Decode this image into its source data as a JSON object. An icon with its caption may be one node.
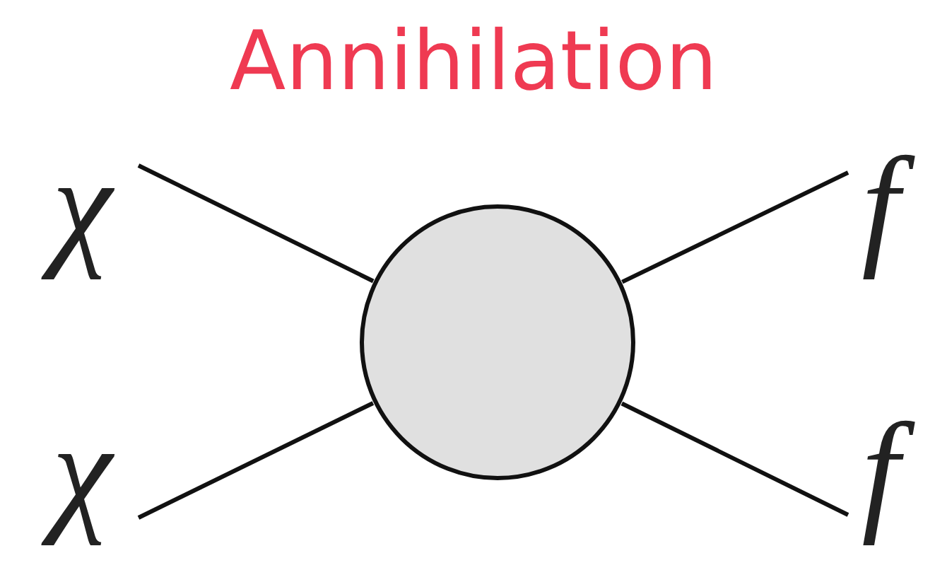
{
  "diagram": {
    "title": "Annihilation",
    "nodes": [
      {
        "text": [
          "χ"
        ]
      },
      {
        "text": [
          "χ"
        ]
      },
      {
        "text": [],
        "shape": "circle"
      },
      {
        "text": [
          "f"
        ]
      },
      {
        "text": [
          "f"
        ]
      }
    ],
    "edges": [
      {
        "from": 0,
        "to": 2,
        "arrow": "none"
      },
      {
        "from": 1,
        "to": 2,
        "arrow": "none"
      },
      {
        "from": 2,
        "to": 3,
        "arrow": "none"
      },
      {
        "from": 2,
        "to": 4,
        "arrow": "none"
      }
    ]
  }
}
